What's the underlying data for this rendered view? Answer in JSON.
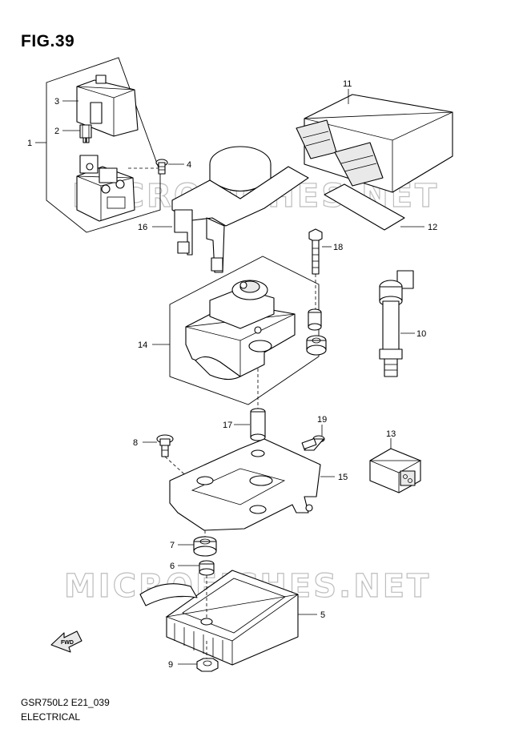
{
  "figure": {
    "title": "FIG.39",
    "model_code": "GSR750L2 E21_039",
    "section": "ELECTRICAL"
  },
  "watermark": "MICROFICHES.NET",
  "callouts": [
    {
      "num": "1"
    },
    {
      "num": "2"
    },
    {
      "num": "3"
    },
    {
      "num": "4"
    },
    {
      "num": "5"
    },
    {
      "num": "6"
    },
    {
      "num": "7"
    },
    {
      "num": "8"
    },
    {
      "num": "9"
    },
    {
      "num": "10"
    },
    {
      "num": "11"
    },
    {
      "num": "12"
    },
    {
      "num": "13"
    },
    {
      "num": "14"
    },
    {
      "num": "15"
    },
    {
      "num": "16"
    },
    {
      "num": "17"
    },
    {
      "num": "18"
    },
    {
      "num": "19"
    }
  ],
  "fwd_arrow": {
    "label": "FWD",
    "icon": "fwd-arrow-icon"
  }
}
